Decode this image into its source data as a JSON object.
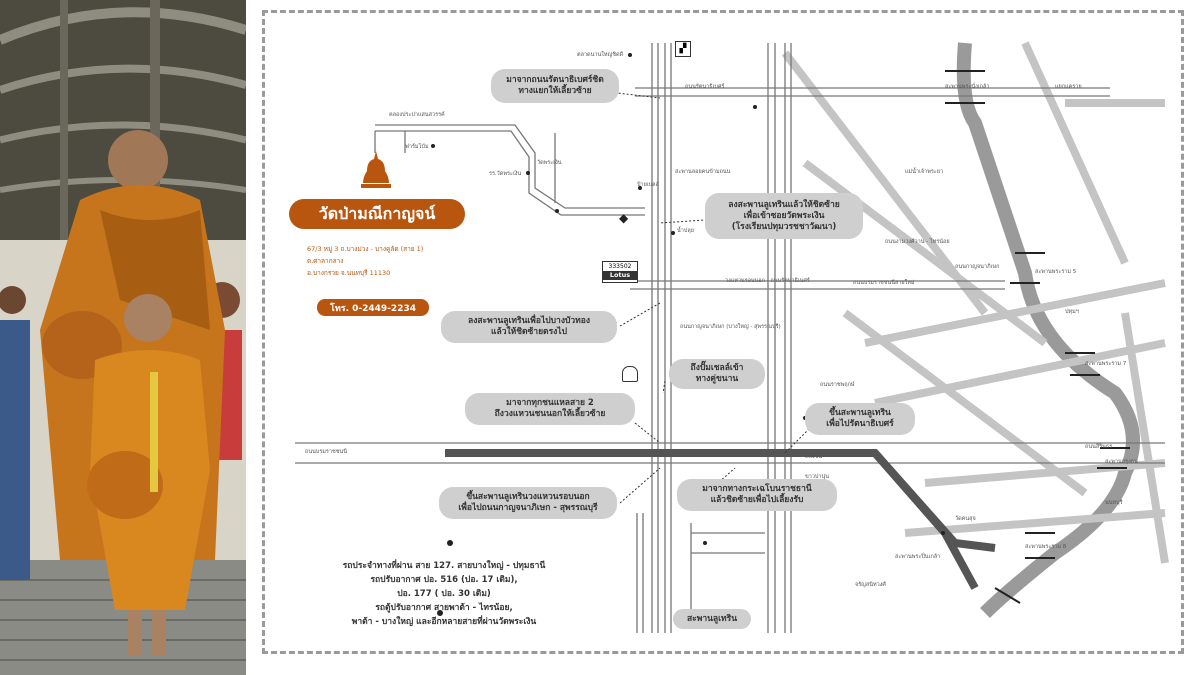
{
  "temple": {
    "name": "วัดป่ามณีกาญจน์",
    "address": "67/3 หมู่ 3 ถ.บางม่วง - บางคูลัด (สาย 1)\nต.ศาลากลาง\nอ.บางกรวย จ.นนทบุรี 11130",
    "phone": "โทร. 0-2449-2234"
  },
  "bus_info": "รถประจำทางที่ผ่าน สาย 127. สายบางใหญ่ - ปทุมธานี\nรถปรับอากาศ ปอ. 516 (ปอ. 17 เดิม),\nปอ. 177 ( ปอ. 30 เดิม)\nรถตู้ปรับอากาศ สายพาต้า - ไทรน้อย,\nพาต้า - บางใหญ่ และอีกหลายสายที่ผ่านวัดพระเงิน",
  "direction_notes": [
    "มาจากถนนรัตนาธิเบศร์ชิด\nทางแยกให้เลี้ยวซ้าย",
    "ลงสะพานลูเทรินแล้วให้ชิดซ้าย\nเพื่อเข้าซอยวัดพระเงิน\n(โรงเรียนปทุมวรชชาวัฒนา)",
    "ลงสะพานลูเทรินเพื่อไปบางบัวทอง\nแล้วให้ชิดซ้ายตรงไป",
    "ถึงปั๊มเชลล์เข้า\nทางคู่ขนาน",
    "มาจากทุกชนแหลสาย 2\nถึงวงแหวนชนนอกให้เลี้ยวซ้าย",
    "ขึ้นสะพานลูเทริน\nเพื่อไปรัตนาธิเบศร์",
    "ขึ้นสะพานลูเทรินวงแหวนรอบนอก\nเพื่อไปถนนกาญจนาภิเษก - สุพรรณบุรี",
    "มาจากทางกระเฉโบนราชธานี\nแล้วชิดซ้ายเพื่อไปเลี้ยงรับ",
    "สะพานลูเทริน"
  ],
  "map_labels": [
    "ตลาดนานใหญ่ชิดดี",
    "คลองประปาแสนสวรรค์",
    "ถนนรัตนาธิเบศร์",
    "สะพานพระนั่งเกล้า",
    "แยกแคราย",
    "ฟาร์มโบ้ม",
    "รร.วัดพระเงิน",
    "วัดพระเงิน",
    "ป้ายเบลล์",
    "สะพานลอยคนข้ามถนน",
    "น้ำปลุย",
    "แม่น้ำเจ้าพระยา",
    "ถนนงามวงศ์วาน - ไทรน้อย",
    "ถนนกาญจนาภิเษก",
    "สะพานพระราม 5",
    "สะพานพระราม 7",
    "ถนนสิรินธร",
    "สะพานกรุงธน",
    "สะพานพระราม 8",
    "ถนนบรมราชชนนี",
    "ถนนราชพฤกษ์",
    "วงแหวนรอบนอก - ถนนรัตนาธิเบศร์",
    "ถนนบรมราชชนนีสายใหม่",
    "ถนนกาญจนาภิเษก (บางใหญ่ - สุพรรณบุรี)",
    "ตลิ่งชัน",
    "ขาวปานุ่น",
    "สะพานพระปิ่นเกล้า",
    "วัดคนสุจ",
    "จรัญสนิทวงศ์",
    "ปทุมฯ",
    "นนทบุรี"
  ],
  "km_marker": {
    "top": "333502",
    "bottom": "Lotus"
  },
  "colors": {
    "brand_orange": "#b8560f",
    "pill_gray": "#cfcfcf",
    "river": "#9a9a9a",
    "road_dark": "#555555"
  },
  "icons": [
    "buddha-statue-icon",
    "shell-station-icon",
    "mitsubishi-icon",
    "signal-icon"
  ]
}
